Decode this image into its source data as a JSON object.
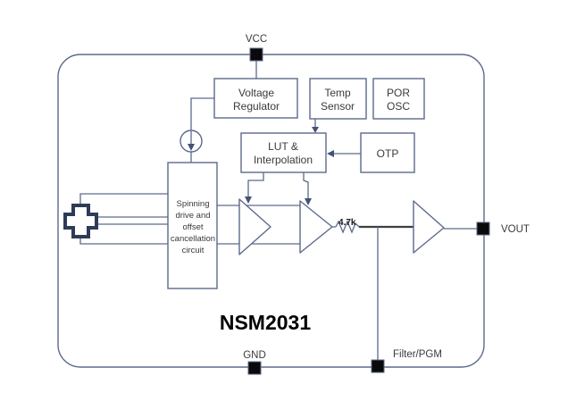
{
  "diagram": {
    "title": "NSM2031"
  },
  "pins": {
    "vcc": {
      "label": "VCC"
    },
    "gnd": {
      "label": "GND"
    },
    "vout": {
      "label": "VOUT"
    },
    "filter_pgm": {
      "label": "Filter/PGM"
    }
  },
  "blocks": {
    "voltage_regulator": {
      "lines": [
        "Voltage",
        "Regulator"
      ]
    },
    "temp_sensor": {
      "lines": [
        "Temp",
        "Sensor"
      ]
    },
    "por_osc": {
      "lines": [
        "POR",
        "OSC"
      ]
    },
    "lut_interpolation": {
      "lines": [
        "LUT &",
        "Interpolation"
      ]
    },
    "otp": {
      "lines": [
        "OTP"
      ]
    },
    "spinning_circuit": {
      "lines": [
        "Spinning",
        "drive and",
        "offset",
        "cancellation",
        "circuit"
      ]
    }
  },
  "components": {
    "resistor": {
      "value": "4.7k"
    }
  },
  "colors": {
    "wire": "#5c6a8c",
    "dark_wire": "#3f3f3f",
    "hall_outline": "#2e3c55",
    "pin_fill": "#0a0a0a",
    "text": "#3a3a3a",
    "title_text": "#000000",
    "background": "#ffffff"
  }
}
